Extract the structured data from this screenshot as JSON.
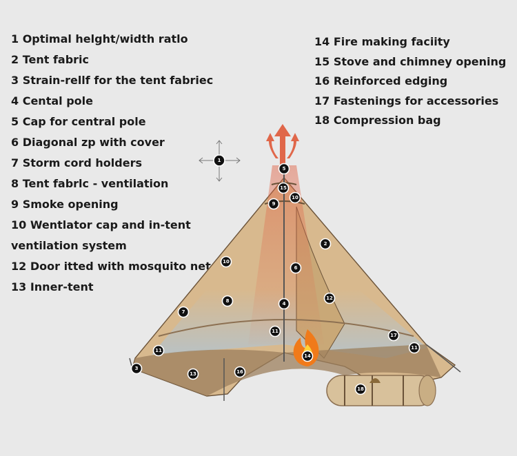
{
  "labels_left": [
    "1 Optimal helght/width ratlo",
    "2 Tent fabric",
    "3 Strain-rellf for the tent fabriec",
    "4 Cental pole",
    "5 Cap for central pole",
    "6 Diagonal zp with cover",
    "7 Storm cord holders",
    "8 Tent fabrlc - ventilation",
    "9 Smoke opening",
    "10 Wentlator cap and in-tent",
    "ventilation system",
    "12 Door itted with mosquito net",
    "13 Inner-tent"
  ],
  "labels_right": [
    "14 Fire making faciity",
    "15 Stove and chimney opening",
    "16 Reinforced edging",
    "17 Fastenings for accessories",
    "18 Compression bag"
  ],
  "markers": {
    "m1": "1",
    "m2": "2",
    "m3": "3",
    "m4": "4",
    "m5": "5",
    "m6": "6",
    "m7": "7",
    "m8": "8",
    "m9": "9",
    "m10a": "10",
    "m10b": "10",
    "m11a": "11",
    "m11b": "11",
    "m11c": "11",
    "m12": "12",
    "m13": "13",
    "m14": "14",
    "m15": "15",
    "m16": "16",
    "m17": "17",
    "m18": "18"
  },
  "colors": {
    "tent_fabric": "#d8b98e",
    "edging": "#9c7f5c",
    "smoke": "#e0674a",
    "fire": "#f07a1a",
    "background": "#e9e9e9"
  }
}
